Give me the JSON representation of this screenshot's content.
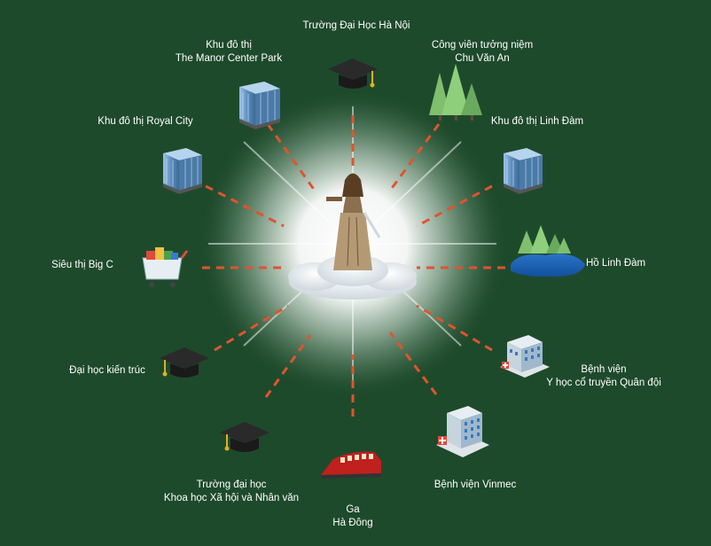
{
  "center": {
    "figure": "statue-figure",
    "glow_color": "#ffffff"
  },
  "colors": {
    "background": "#1e4a2c",
    "connector": "#e0542e",
    "text": "#ffffff"
  },
  "places": {
    "hanoi_university": {
      "line1": "Trường Đại Học Hà Nội",
      "icon": "graduation-cap-icon"
    },
    "memorial_park": {
      "line1": "Công viên tưởng niệm",
      "line2": "Chu Văn An",
      "icon": "trees-icon"
    },
    "linh_dam_urban": {
      "line1": "Khu đô thị Linh Đàm",
      "icon": "building-icon"
    },
    "linh_dam_lake": {
      "line1": "Hồ Linh Đàm",
      "icon": "lake-icon"
    },
    "military_hospital": {
      "line1": "Bệnh viện",
      "line2": "Y học cổ truyền Quân đội",
      "icon": "hospital-icon"
    },
    "vinmec": {
      "line1": "Bệnh viện Vinmec",
      "icon": "hospital-icon"
    },
    "ha_dong_station": {
      "line1": "Ga",
      "line2": "Hà Đông",
      "icon": "train-icon"
    },
    "social_sciences_university": {
      "line1": "Trường đại học",
      "line2": "Khoa học Xã hội và Nhân văn",
      "icon": "graduation-cap-icon"
    },
    "architecture_university": {
      "line1": "Đại học kiến trúc",
      "icon": "graduation-cap-icon"
    },
    "big_c": {
      "line1": "Siêu thị Big C",
      "icon": "shopping-cart-icon"
    },
    "royal_city": {
      "line1": "Khu đô thị Royal City",
      "icon": "building-icon"
    },
    "manor_center_park": {
      "line1": "Khu đô thị",
      "line2": "The Manor Center Park",
      "icon": "building-icon"
    }
  }
}
